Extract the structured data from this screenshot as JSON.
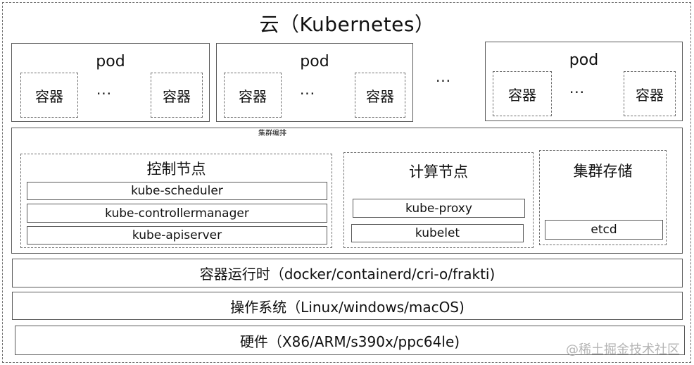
{
  "title": "云（Kubernetes）",
  "pods": [
    {
      "label": "pod",
      "container_left": "容器",
      "dots": "···",
      "container_right": "容器"
    },
    {
      "label": "pod",
      "container_left": "容器",
      "dots": "···",
      "container_right": "容器"
    },
    {
      "label": "pod",
      "container_left": "容器",
      "dots": "···",
      "container_right": "容器"
    }
  ],
  "pods_ellipsis": "···",
  "orchestration": {
    "label": "集群编排",
    "control_plane": {
      "title": "控制节点",
      "components": [
        "kube-scheduler",
        "kube-controllermanager",
        "kube-apiserver"
      ]
    },
    "compute_node": {
      "title": "计算节点",
      "components": [
        "kube-proxy",
        "kubelet"
      ]
    },
    "cluster_storage": {
      "title": "集群存储",
      "components": [
        "etcd"
      ]
    }
  },
  "layers": {
    "runtime": "容器运行时（docker/containerd/cri-o/frakti)",
    "os": "操作系统（Linux/windows/macOS)",
    "hardware": "硬件（X86/ARM/s390x/ppc64le)"
  },
  "watermark": "@稀土掘金技术社区"
}
